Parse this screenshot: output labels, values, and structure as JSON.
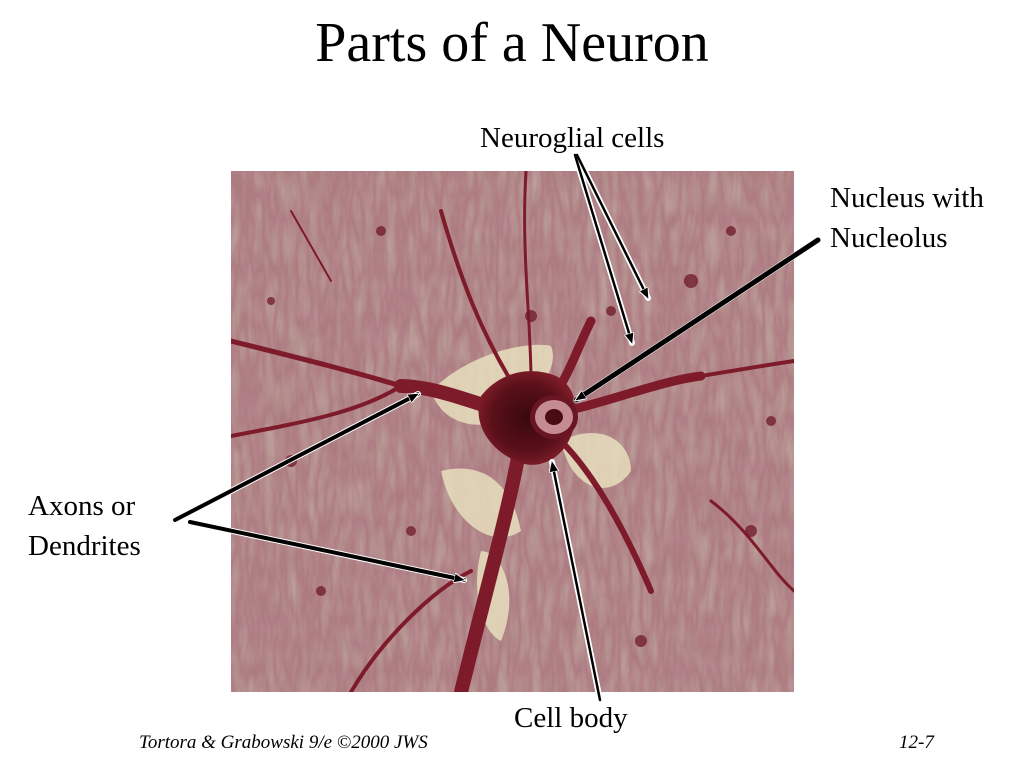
{
  "slide": {
    "title": "Parts of a Neuron",
    "labels": {
      "neuroglial": "Neuroglial cells",
      "nucleus_line1": "Nucleus with",
      "nucleus_line2": "Nucleolus",
      "axons_line1": "Axons or",
      "axons_line2": "Dendrites",
      "cell_body": "Cell body"
    },
    "footer": {
      "citation": "Tortora & Grabowski 9/e ©2000 JWS",
      "slide_number": "12-7"
    }
  },
  "colors": {
    "tissue_background": "#a98a86",
    "stain_dark": "#4a0b12",
    "stain_red": "#8e2230",
    "cream": "#efe7c8"
  }
}
